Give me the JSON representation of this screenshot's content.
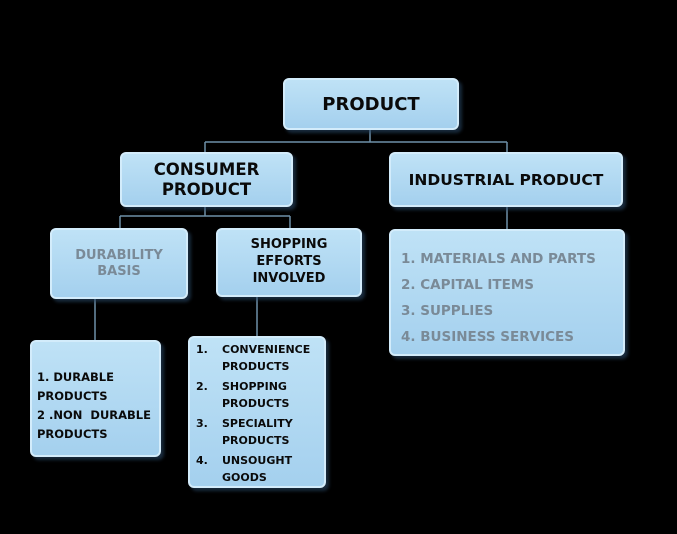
{
  "root": {
    "label": "PRODUCT"
  },
  "consumer": {
    "label_line1": "CONSUMER",
    "label_line2": "PRODUCT"
  },
  "industrial": {
    "label": "INDUSTRIAL PRODUCT",
    "items": [
      "1. MATERIALS AND PARTS",
      "2. CAPITAL ITEMS",
      "3. SUPPLIES",
      "4. BUSINESS SERVICES"
    ]
  },
  "durability": {
    "label_line1": "DURABILITY",
    "label_line2": "BASIS",
    "items": [
      "1. DURABLE",
      "PRODUCTS",
      "2 .NON  DURABLE",
      "PRODUCTS"
    ]
  },
  "shopping": {
    "label_line1": "SHOPPING",
    "label_line2": "EFFORTS",
    "label_line3": "INVOLVED",
    "items": [
      {
        "num": "1.",
        "line1": "CONVENIENCE",
        "line2": "PRODUCTS"
      },
      {
        "num": "2.",
        "line1": "SHOPPING",
        "line2": "PRODUCTS"
      },
      {
        "num": "3.",
        "line1": "SPECIALITY",
        "line2": "PRODUCTS"
      },
      {
        "num": "4.",
        "line1": "UNSOUGHT",
        "line2": "GOODS"
      }
    ]
  },
  "colors": {
    "background": "#000000",
    "box_fill": "#b3d9f2",
    "box_border": "#d3ecfb",
    "connector": "#6e90a8",
    "muted_text": "#7a8a97"
  }
}
